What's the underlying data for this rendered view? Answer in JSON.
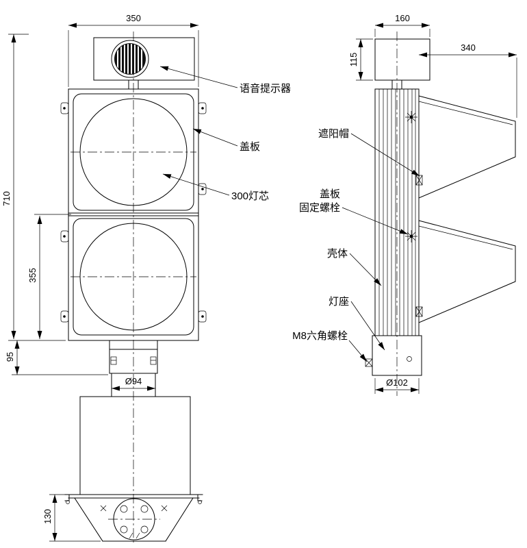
{
  "drawing": {
    "front_view": {
      "dims": {
        "width": "350",
        "height": "710",
        "lower_section": "355",
        "neck": "95",
        "pole_dia": "Ø94",
        "base_height": "130"
      },
      "callouts": {
        "speaker": "语音提示器",
        "cover": "盖板",
        "lamp_core": "300灯芯"
      }
    },
    "side_view": {
      "dims": {
        "top_width": "160",
        "top_height": "115",
        "hood_depth": "340",
        "base_dia": "Ø102"
      },
      "callouts": {
        "sun_hood": "遮阳帽",
        "cover_fix_line1": "盖板",
        "cover_fix_line2": "固定螺栓",
        "housing": "壳体",
        "lamp_holder": "灯座",
        "hex_bolt": "M8六角螺栓"
      }
    }
  }
}
